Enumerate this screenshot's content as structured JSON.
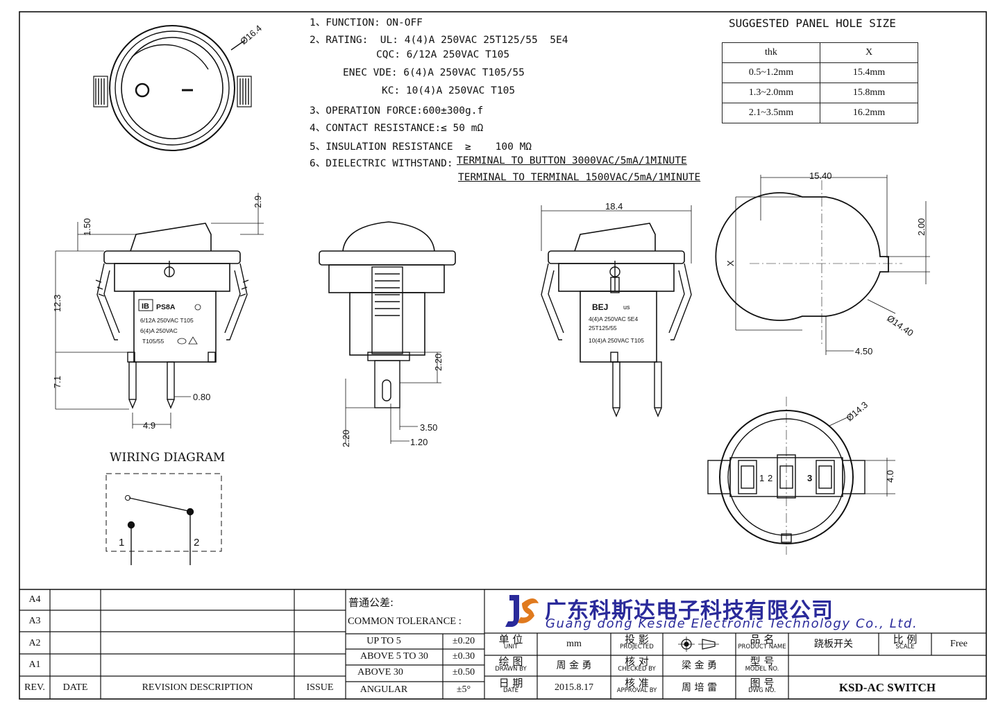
{
  "specs": {
    "line1": "1、FUNCTION: ON-OFF",
    "line2": "2、RATING:  UL: 4(4)A 250VAC 25T125/55  5E4",
    "line3": "CQC: 6/12A 250VAC T105",
    "line4": "ENEC VDE: 6(4)A 250VAC T105/55",
    "line5": "KC: 10(4)A 250VAC T105",
    "line6": "3、OPERATION FORCE:600±300g.f",
    "line7": "4、CONTACT RESISTANCE:≤ 50 mΩ",
    "line8": "5、INSULATION RESISTANCE  ≥    100 MΩ",
    "line9a": "6、DIELECTRIC WITHSTAND:",
    "line9b": "TERMINAL TO BUTTON 3000VAC/5mA/1MINUTE",
    "line10": "TERMINAL TO TERMINAL 1500VAC/5mA/1MINUTE"
  },
  "panel_hole": {
    "title": "SUGGESTED PANEL HOLE SIZE",
    "headers": [
      "thk",
      "X"
    ],
    "rows": [
      [
        "0.5~1.2mm",
        "15.4mm"
      ],
      [
        "1.3~2.0mm",
        "15.8mm"
      ],
      [
        "2.1~3.5mm",
        "16.2mm"
      ]
    ]
  },
  "dims": {
    "dia_top": "Ø16.4",
    "d150": "1.50",
    "d29": "2.9",
    "d123": "12.3",
    "d71": "7.1",
    "d080": "0.80",
    "d49": "4.9",
    "d220a": "2.20",
    "d220b": "2.20",
    "d350": "3.50",
    "d120": "1.20",
    "d184": "18.4",
    "d1540": "15.40",
    "d200": "2.00",
    "dX": "X",
    "d1440": "Ø14.40",
    "d450": "4.50",
    "d143": "Ø14.3",
    "d40": "4.0",
    "t1": "1",
    "t2": "2",
    "t3": "3"
  },
  "labels": {
    "ps8a": "PS8A",
    "front_l1": "6/12A 250VAC T105",
    "front_l2": "6(4)A 250VAC",
    "front_l3": "T105/55",
    "bej": "BEJ",
    "back_l1": "4(4)A  250VAC  5E4",
    "back_l2": "25T125/55",
    "back_l3": "10(4)A  250VAC T105"
  },
  "wiring": {
    "title": "WIRING DIAGRAM",
    "pin1": "1",
    "pin2": "2"
  },
  "title_block": {
    "rev_rows": [
      "A4",
      "A3",
      "A2",
      "A1"
    ],
    "rev_header": [
      "REV.",
      "DATE",
      "REVISION DESCRIPTION",
      "ISSUE"
    ],
    "tol_cn": "普通公差:",
    "tol_en": "COMMON TOLERANCE :",
    "tol_rows": [
      [
        "UP TO 5",
        "±0.20"
      ],
      [
        "ABOVE 5 TO 30",
        "±0.30"
      ],
      [
        "ABOVE 30",
        "±0.50"
      ],
      [
        "ANGULAR",
        "±5°"
      ]
    ],
    "company_cn": "广东科斯达电子科技有限公司",
    "company_en": "Guang dong Keside  Electronic Technology Co., Ltd.",
    "unit_cn": "单 位",
    "unit_en": "UNIT",
    "unit_val": "mm",
    "proj_cn": "投 影",
    "proj_en": "PROJECTED",
    "prod_cn": "品 名",
    "prod_en": "PRODUCT NAME",
    "prod_val": "跷板开关",
    "scale_cn": "比 例",
    "scale_en": "SCALE",
    "scale_val": "Free",
    "drawn_cn": "绘 图",
    "drawn_en": "DRAWN BY",
    "drawn_val": "周 金 勇",
    "check_cn": "核 对",
    "check_en": "CHECKED BY",
    "check_val": "梁 金 勇",
    "model_cn": "型 号",
    "model_en": "MODEL NO.",
    "date_cn": "日 期",
    "date_en": "DATE",
    "date_val": "2015.8.17",
    "appr_cn": "核 准",
    "appr_en": "APPROVAL BY",
    "appr_val": "周 培 雷",
    "dwg_cn": "图 号",
    "dwg_en": "DWG NO.",
    "dwg_val": "KSD-AC SWITCH"
  },
  "colors": {
    "line": "#111111",
    "brand": "#2a2a9a",
    "logo_accent": "#e07a1e"
  }
}
